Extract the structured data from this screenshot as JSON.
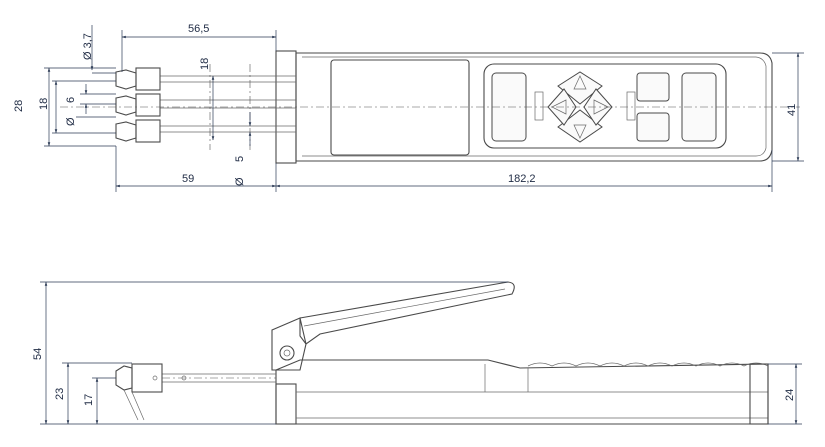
{
  "top_view": {
    "dim_dia_3_7": "Ø 3,7",
    "dim_56_5": "56,5",
    "dim_18_vertical": "18",
    "dim_28": "28",
    "dim_18_left": "18",
    "dim_6": "6",
    "dim_dia_6": "Ø",
    "dim_5": "5",
    "dim_dia_5": "Ø",
    "dim_59": "59",
    "dim_182_2": "182,2",
    "dim_41": "41"
  },
  "side_view": {
    "dim_54": "54",
    "dim_23": "23",
    "dim_17": "17",
    "dim_24": "24"
  }
}
